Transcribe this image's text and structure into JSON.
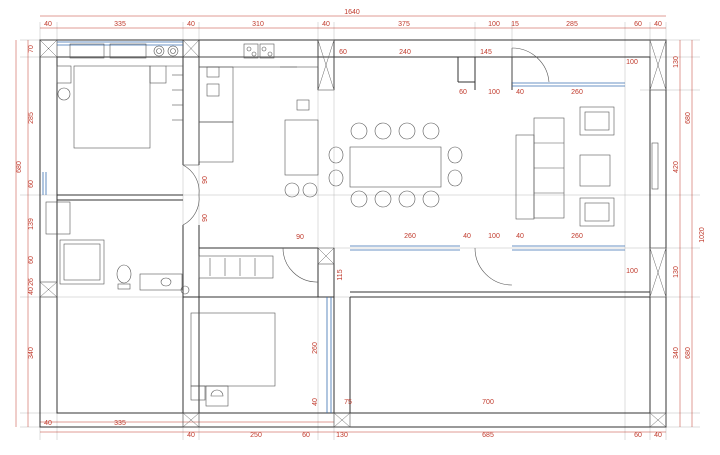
{
  "plan": {
    "total_width_label": "1640",
    "total_height_label": "1020",
    "top_dims": [
      "40",
      "335",
      "40",
      "310",
      "40",
      "375",
      "100",
      "15",
      "285",
      "60",
      "40"
    ],
    "bottom_dims": [
      "40",
      "250",
      "60",
      "130",
      "685",
      "60",
      "40"
    ],
    "bottom_left_dims": [
      "40",
      "335"
    ],
    "left_dims": [
      "70",
      "285",
      "680",
      "60",
      "139",
      "60",
      "26",
      "40",
      "340"
    ],
    "right_dims": [
      "130",
      "420",
      "680",
      "130",
      "340"
    ],
    "interior_dims": [
      "60",
      "240",
      "145",
      "100",
      "60",
      "100",
      "40",
      "260",
      "90",
      "90",
      "90",
      "260",
      "40",
      "100",
      "40",
      "260",
      "100",
      "115",
      "260",
      "40",
      "75",
      "700"
    ]
  },
  "colors": {
    "dimension": "#c0392b",
    "wall": "#333333",
    "guide": "#b9b9b9",
    "window": "#3a6fb0"
  }
}
